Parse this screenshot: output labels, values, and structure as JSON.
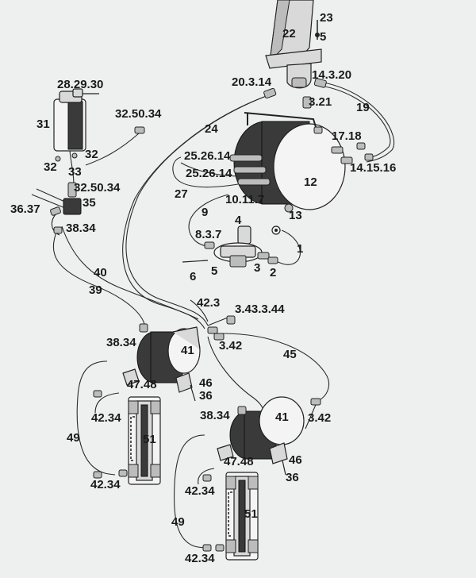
{
  "labels": {
    "l23": "23",
    "l22": "22",
    "l5a": "5",
    "l20_3_14": "20.3.14",
    "l14_3_20": "14.3.20",
    "l28_29_30": "28.29.30",
    "l3_21": "3.21",
    "l19": "19",
    "l32_50_34a": "32.50.34",
    "l31": "31",
    "l24": "24",
    "l17_18": "17.18",
    "l32a": "32",
    "l25_26_14a": "25.26.14",
    "l32b": "32",
    "l33": "33",
    "l25_26_14b": "25.26.14",
    "l14_15_16": "14.15.16",
    "l12": "12",
    "l32_50_34b": "32.50.34",
    "l27": "27",
    "l10_11_7": "10.11.7",
    "l35": "35",
    "l36_37": "36.37",
    "l9": "9",
    "l13": "13",
    "l4": "4",
    "l38_34a": "38.34",
    "l8_3_7": "8.3.7",
    "l1": "1",
    "l3": "3",
    "l6": "6",
    "l5b": "5",
    "l2": "2",
    "l40": "40",
    "l39": "39",
    "l42_3": "42.3",
    "l3_43_3_44": "3.43.3.44",
    "l38_34b": "38.34",
    "l41a": "41",
    "l3_42a": "3.42",
    "l45": "45",
    "l47_48a": "47.48",
    "l46a": "46",
    "l36a": "36",
    "l42_34a": "42.34",
    "l38_34c": "38.34",
    "l41b": "41",
    "l3_42b": "3.42",
    "l49a": "49",
    "l51a": "51",
    "l47_48b": "47.48",
    "l46b": "46",
    "l42_34b": "42.34",
    "l36b": "36",
    "l42_34c": "42.34",
    "l51b": "51",
    "l49b": "49",
    "l42_34d": "42.34"
  }
}
